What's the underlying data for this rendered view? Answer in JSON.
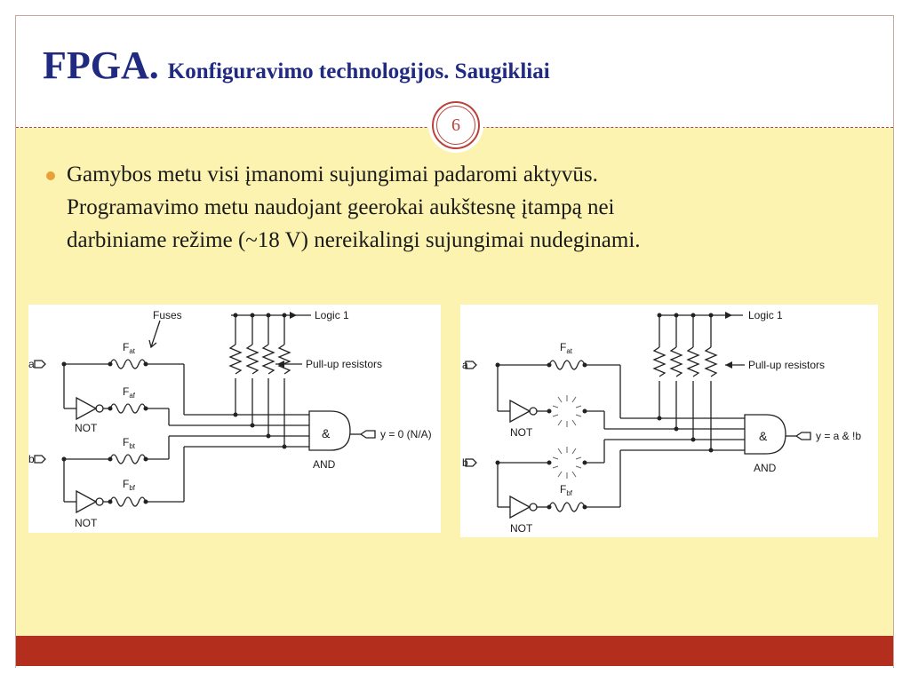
{
  "slide": {
    "title_main": "FPGA.",
    "title_sub": "Konfiguravimo technologijos. Saugikliai",
    "page_number": "6",
    "bullet_lines": [
      "Gamybos metu visi įmanomi sujungimai padaromi aktyvūs.",
      "Programavimo metu naudojant geerokai aukštesnę įtampą nei",
      "darbiniame režime (~18 V) nereikalingi sujungimai nudeginami."
    ]
  },
  "colors": {
    "title": "#1f2a80",
    "content_bg": "#fdf3b0",
    "footer": "#b32e1c",
    "bullet": "#e9a038",
    "accent_line": "#b9433a"
  },
  "diagram_left": {
    "label_fuses": "Fuses",
    "label_logic1": "Logic 1",
    "label_pullup": "Pull-up resistors",
    "input_a": "a",
    "input_b": "b",
    "fuse_at_main": "F",
    "fuse_at_sub": "at",
    "fuse_af_main": "F",
    "fuse_af_sub": "af",
    "fuse_bt_main": "F",
    "fuse_bt_sub": "bt",
    "fuse_bf_main": "F",
    "fuse_bf_sub": "bf",
    "not1": "NOT",
    "not2": "NOT",
    "and_symbol": "&",
    "and_label": "AND",
    "output": "y = 0 (N/A)"
  },
  "diagram_right": {
    "label_logic1": "Logic 1",
    "label_pullup": "Pull-up resistors",
    "input_a": "a",
    "input_b": "b",
    "fuse_at_main": "F",
    "fuse_at_sub": "at",
    "fuse_bf_main": "F",
    "fuse_bf_sub": "bf",
    "not1": "NOT",
    "not2": "NOT",
    "and_symbol": "&",
    "and_label": "AND",
    "output": "y = a & !b"
  }
}
